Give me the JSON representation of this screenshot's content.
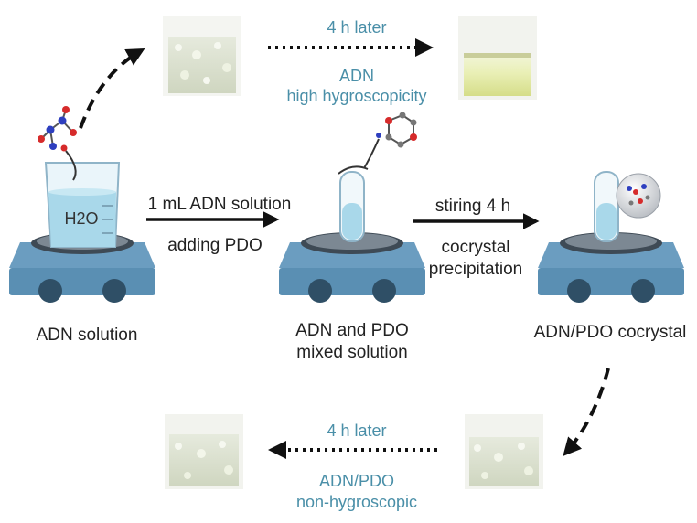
{
  "top": {
    "time_label": "4 h later",
    "caption_line1": "ADN",
    "caption_line2": "high hygroscopicity"
  },
  "bottom": {
    "time_label": "4 h later",
    "caption_line1": "ADN/PDO",
    "caption_line2": "non-hygroscopic"
  },
  "steps": {
    "beaker_text": "H2O",
    "step1_label": "ADN solution",
    "arrow1_line1": "1 mL ADN solution",
    "arrow1_line2": "adding PDO",
    "step2_line1": "ADN and PDO",
    "step2_line2": "mixed solution",
    "arrow2_line1": "stiring 4 h",
    "arrow2_line2": "cocrystal",
    "arrow2_line3": "precipitation",
    "step3_label": "ADN/PDO cocrystal"
  },
  "colors": {
    "teal_text": "#4a8fa8",
    "stirrer_blue": "#5a8fb3",
    "stirrer_dark": "#2f4f66",
    "liquid": "#a9d8ea"
  }
}
